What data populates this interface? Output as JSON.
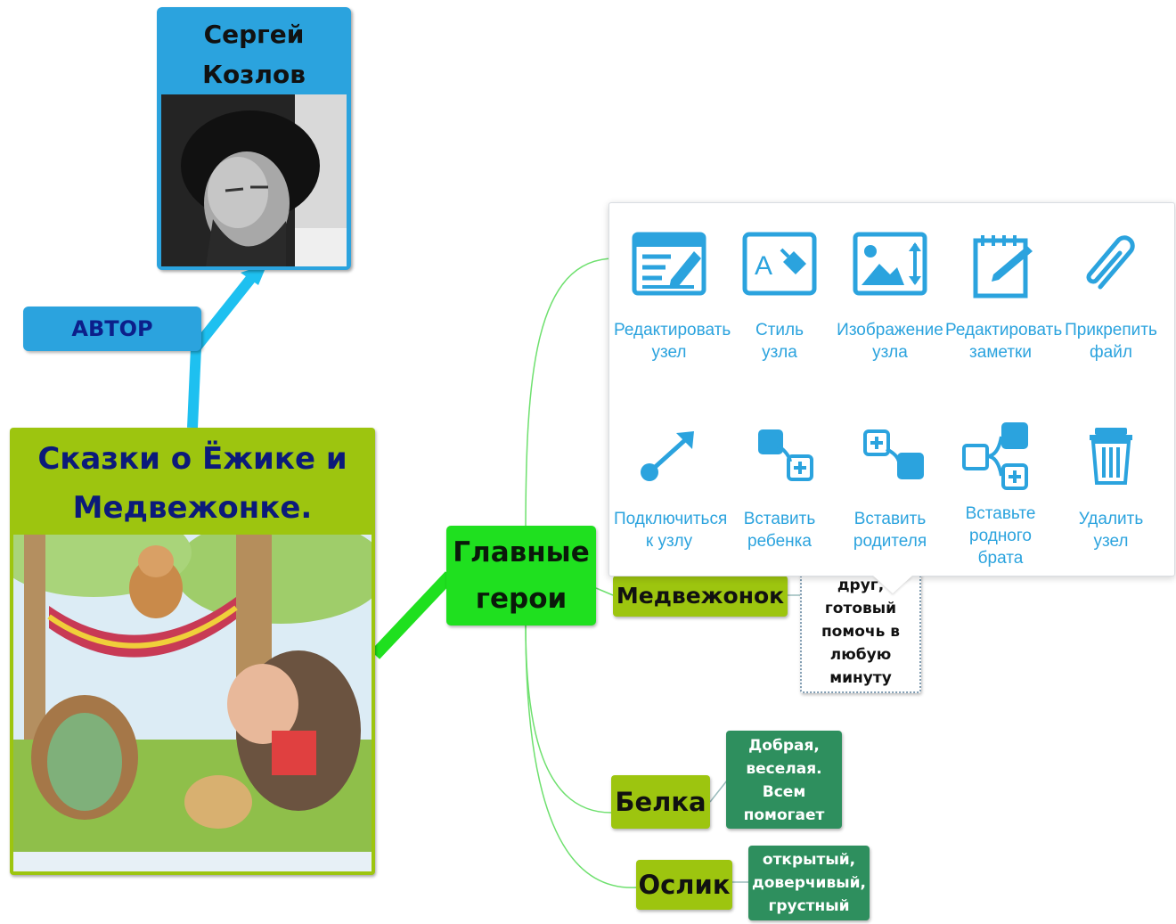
{
  "mindmap": {
    "author": {
      "name": "Сергей\nКозлов"
    },
    "author_label": "АВТОР",
    "root": {
      "title": "Сказки о Ёжике и Медвежонке."
    },
    "main_topic": {
      "title": "Главные\nгерои"
    },
    "characters": [
      {
        "name": "Медвежонок",
        "note": "друг,\nготовый\nпомочь в\nлюбую\nминуту"
      },
      {
        "name": "Белка",
        "description": "Добрая,\nвеселая.\nВсем\nпомогает"
      },
      {
        "name": "Ослик",
        "description": "открытый,\nдоверчивый,\nгрустный"
      }
    ]
  },
  "toolbar": {
    "row1": [
      {
        "icon": "edit-node-icon",
        "label": "Редактировать\nузел"
      },
      {
        "icon": "node-style-icon",
        "label": "Стиль\nузла"
      },
      {
        "icon": "node-image-icon",
        "label": "Изображение\nузла"
      },
      {
        "icon": "edit-notes-icon",
        "label": "Редактировать\nзаметки"
      },
      {
        "icon": "attach-file-icon",
        "label": "Прикрепить\nфайл"
      }
    ],
    "row2": [
      {
        "icon": "connect-node-icon",
        "label": "Подключиться\nк узлу"
      },
      {
        "icon": "insert-child-icon",
        "label": "Вставить\nребенка"
      },
      {
        "icon": "insert-parent-icon",
        "label": "Вставить\nродителя"
      },
      {
        "icon": "insert-sibling-icon",
        "label": "Вставьте\nродного\nбрата"
      },
      {
        "icon": "delete-node-icon",
        "label": "Удалить\nузел"
      }
    ]
  },
  "colors": {
    "accent": "#2ba3de",
    "root": "#9dc50f",
    "main_topic": "#1fe01f",
    "description": "#2e8f5e",
    "connector_author": "#1ec0f0",
    "connector_main": "#1fe01f"
  }
}
